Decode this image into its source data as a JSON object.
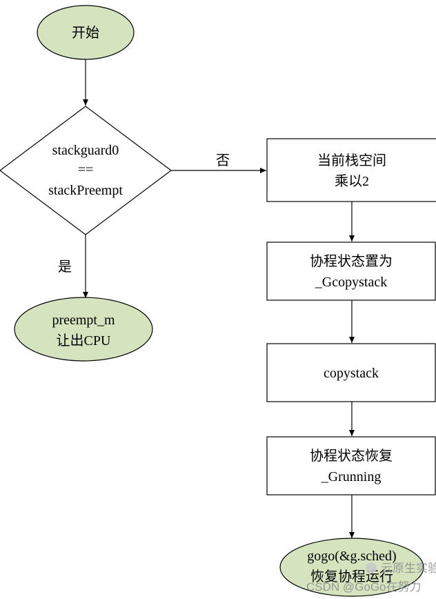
{
  "diagram": {
    "nodes": {
      "start": {
        "lines": [
          "开始"
        ]
      },
      "decision": {
        "lines": [
          "stackguard0",
          "==",
          "stackPreempt"
        ]
      },
      "preempt": {
        "lines": [
          "preempt_m",
          "让出CPU"
        ]
      },
      "double_stack": {
        "lines": [
          "当前栈空间",
          "乘以2"
        ]
      },
      "set_copystack": {
        "lines": [
          "协程状态置为",
          "_Gcopystack"
        ]
      },
      "copystack": {
        "lines": [
          "copystack"
        ]
      },
      "restore_running": {
        "lines": [
          "协程状态恢复",
          "_Grunning"
        ]
      },
      "gogo": {
        "lines": [
          "gogo(&g.sched)",
          "恢复协程运行"
        ]
      }
    },
    "edges": {
      "no_label": "否",
      "yes_label": "是"
    }
  },
  "watermark": {
    "text": "CSDN @GoGo在努力",
    "logo_text": "云原生实验室"
  },
  "colors": {
    "terminal_fill": "#d6e3bf",
    "stroke": "#000000",
    "box_fill": "#ffffff"
  }
}
